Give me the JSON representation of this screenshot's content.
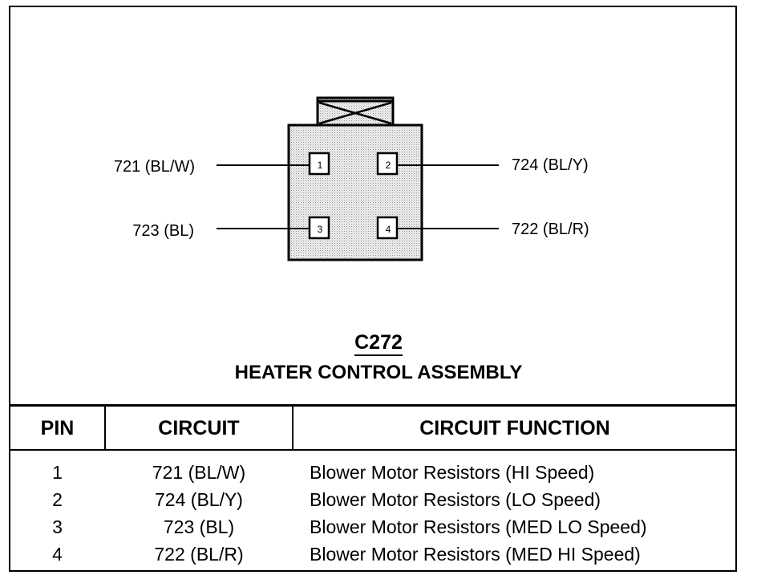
{
  "connector": {
    "id": "C272",
    "name": "HEATER CONTROL ASSEMBLY",
    "pins": [
      {
        "number": "1",
        "label": "721 (BL/W)"
      },
      {
        "number": "2",
        "label": "724 (BL/Y)"
      },
      {
        "number": "3",
        "label": "723 (BL)"
      },
      {
        "number": "4",
        "label": "722 (BL/R)"
      }
    ]
  },
  "table": {
    "headers": {
      "pin": "PIN",
      "circuit": "CIRCUIT",
      "function": "CIRCUIT FUNCTION"
    },
    "rows": [
      {
        "pin": "1",
        "circuit": "721 (BL/W)",
        "function": "Blower Motor Resistors (HI Speed)"
      },
      {
        "pin": "2",
        "circuit": "724 (BL/Y)",
        "function": "Blower Motor Resistors (LO Speed)"
      },
      {
        "pin": "3",
        "circuit": "723 (BL)",
        "function": "Blower Motor Resistors (MED LO Speed)"
      },
      {
        "pin": "4",
        "circuit": "722 (BL/R)",
        "function": "Blower Motor Resistors (MED HI Speed)"
      }
    ]
  }
}
